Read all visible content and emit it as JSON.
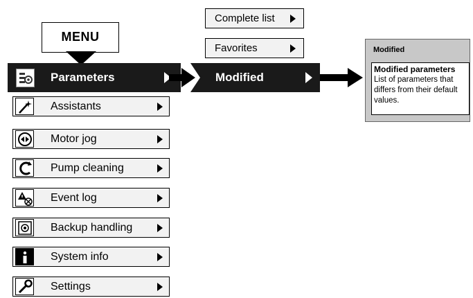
{
  "menu_title": "MENU",
  "main_menu": [
    {
      "label": "Parameters",
      "icon": "parameters-icon",
      "active": true
    },
    {
      "label": "Assistants",
      "icon": "assistants-wand-icon"
    },
    {
      "label": "Motor jog",
      "icon": "motor-jog-icon"
    },
    {
      "label": "Pump cleaning",
      "icon": "pump-cleaning-icon"
    },
    {
      "label": "Event log",
      "icon": "event-log-icon"
    },
    {
      "label": "Backup handling",
      "icon": "backup-handling-icon"
    },
    {
      "label": "System info",
      "icon": "info-icon"
    },
    {
      "label": "Settings",
      "icon": "wrench-icon"
    }
  ],
  "submenu": {
    "items": [
      "Complete list",
      "Favorites",
      "Modified"
    ],
    "selected": "Modified"
  },
  "info_panel": {
    "title": "Modified",
    "heading": "Modified parameters",
    "description": "List of parameters that differs from their default values."
  },
  "colors": {
    "active_bg": "#1a1a1a",
    "item_bg": "#f2f2f2",
    "panel_bg": "#c8c8c8"
  }
}
